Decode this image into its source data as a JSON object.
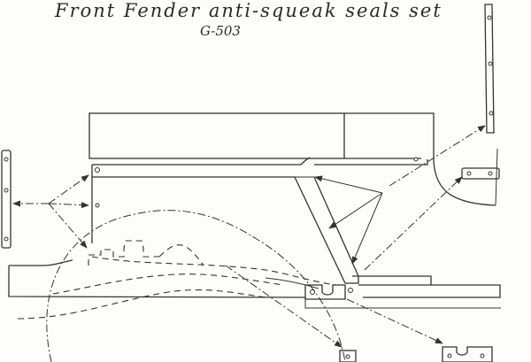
{
  "header": {
    "title": "Front  Fender  anti-squeak  seals set",
    "part_number": "G-503"
  },
  "colors": {
    "paper": "#fdfdfb",
    "ink": "#333333"
  },
  "icons": [
    "seal-strip-left",
    "seal-strip-right",
    "seal-tab-right",
    "bracket-seal-center",
    "seal-tab-bottom",
    "bracket-seal-bottom-right"
  ]
}
